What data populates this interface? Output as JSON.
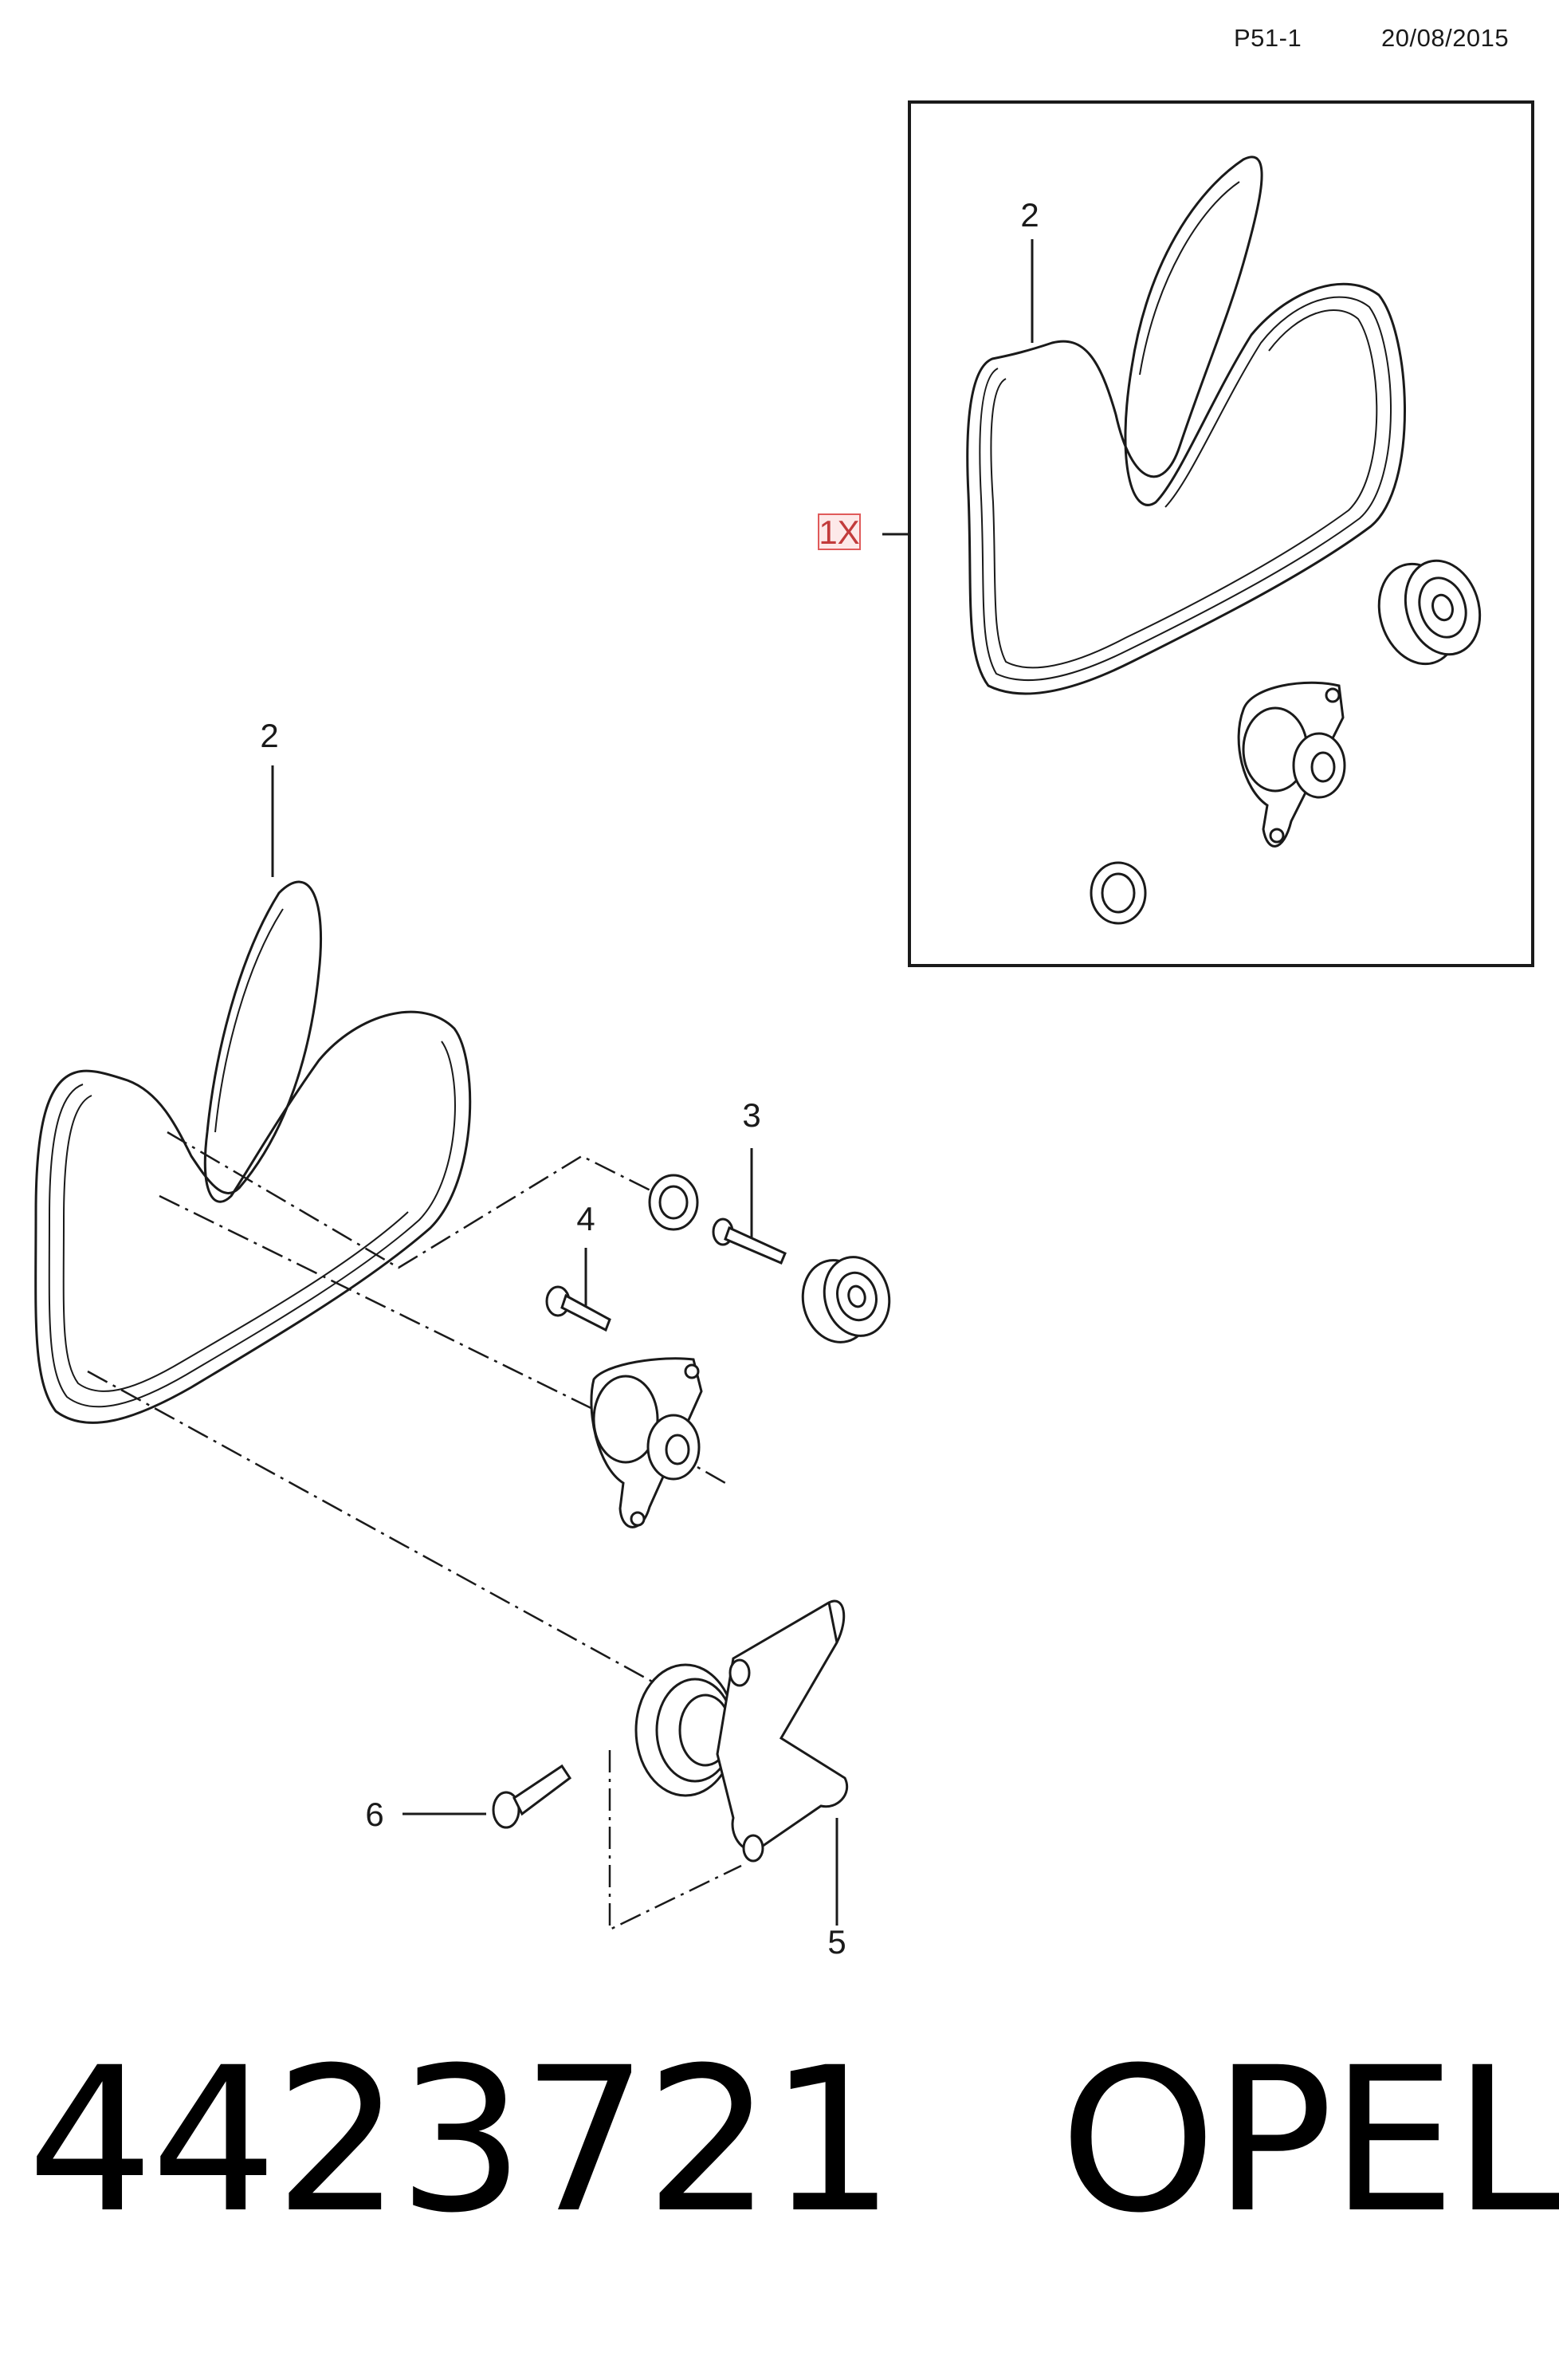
{
  "header": {
    "page_ref": "P51-1",
    "date": "20/08/2015"
  },
  "callouts": {
    "kit_belt": "2",
    "kit": "1X",
    "belt": "2",
    "idler": "3",
    "tensioner_bolt": "4",
    "bracket": "5",
    "bracket_bolt": "6"
  },
  "footer": {
    "part_number": "4423721",
    "brand": "OPEL"
  },
  "colors": {
    "line": "#1a1a1a",
    "kit_highlight": "#e05a5a"
  }
}
